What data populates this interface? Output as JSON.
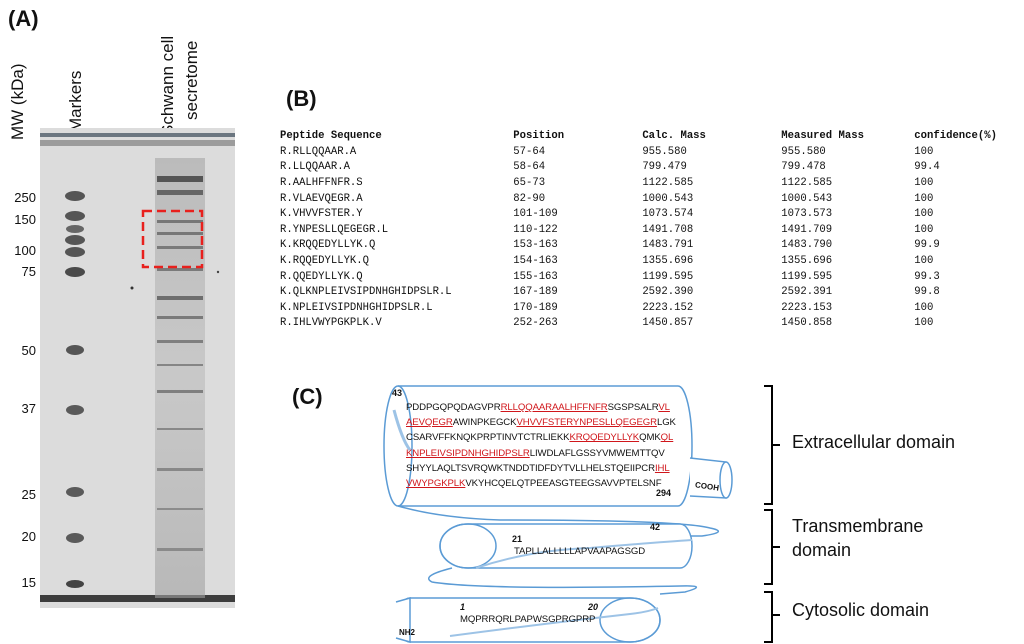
{
  "panelA": {
    "label": "(A)",
    "mw_axis_label": "MW (kDa)",
    "lane_markers": "Markers",
    "lane_secretome_line1": "Schwann cell",
    "lane_secretome_line2": "secretome",
    "mw_values": [
      "250",
      "150",
      "100",
      "75",
      "50",
      "37",
      "25",
      "20",
      "15"
    ]
  },
  "panelB": {
    "label": "(B)",
    "headers": [
      "Peptide Sequence",
      "Position",
      "Calc. Mass",
      "Measured Mass",
      "confidence(%)"
    ],
    "rows": [
      [
        "R.RLLQQAAR.A",
        "57-64",
        "955.580",
        "955.580",
        "100"
      ],
      [
        "R.LLQQAAR.A",
        "58-64",
        "799.479",
        "799.478",
        "99.4"
      ],
      [
        "R.AALHFFNFR.S",
        "65-73",
        "1122.585",
        "1122.585",
        "100"
      ],
      [
        "R.VLAEVQEGR.A",
        "82-90",
        "1000.543",
        "1000.543",
        "100"
      ],
      [
        "K.VHVVFSTER.Y",
        "101-109",
        "1073.574",
        "1073.573",
        "100"
      ],
      [
        "R.YNPESLLQEGEGR.L",
        "110-122",
        "1491.708",
        "1491.709",
        "100"
      ],
      [
        "K.KRQQEDYLLYK.Q",
        "153-163",
        "1483.791",
        "1483.790",
        "99.9"
      ],
      [
        "K.RQQEDYLLYK.Q",
        "154-163",
        "1355.696",
        "1355.696",
        "100"
      ],
      [
        "R.QQEDYLLYK.Q",
        "155-163",
        "1199.595",
        "1199.595",
        "99.3"
      ],
      [
        "K.QLKNPLEIVSIPDNHGHIDPSLR.L",
        "167-189",
        "2592.390",
        "2592.391",
        "99.8"
      ],
      [
        "K.NPLEIVSIPDNHGHIDPSLR.L",
        "170-189",
        "2223.152",
        "2223.153",
        "100"
      ],
      [
        "R.IHLVWYPGKPLK.V",
        "252-263",
        "1450.857",
        "1450.858",
        "100"
      ]
    ]
  },
  "panelC": {
    "label": "(C)",
    "extracellular": {
      "start_num": "43",
      "end_num": "294",
      "terminus": "COOH",
      "lines": [
        [
          {
            "t": "PDDPGQPQDAGVPR",
            "h": false
          },
          {
            "t": "RLLQQAARAALHFFNFR",
            "h": true
          },
          {
            "t": "SGSPSALR",
            "h": false
          },
          {
            "t": "VL",
            "h": true
          }
        ],
        [
          {
            "t": "AEVQEGR",
            "h": true
          },
          {
            "t": "AWINPKEGCK",
            "h": false
          },
          {
            "t": "VHVVFSTERYNPESLLQEGEGR",
            "h": true
          },
          {
            "t": "LGK",
            "h": false
          }
        ],
        [
          {
            "t": "CSARVFFKNQKPRPTINVTCTRLIEKK",
            "h": false
          },
          {
            "t": "KRQQEDYLLYK",
            "h": true
          },
          {
            "t": "QMK",
            "h": false
          },
          {
            "t": "QL",
            "h": true
          }
        ],
        [
          {
            "t": "KNPLEIVSIPDNHGHIDPSLR",
            "h": true
          },
          {
            "t": "LIWDLAFLGSSYVMWEMTTQV",
            "h": false
          }
        ],
        [
          {
            "t": "SHYYLAQLTSVRQWKTNDDTIDFDYTVLLHELSTQEIIPCR",
            "h": false
          },
          {
            "t": "IHL",
            "h": true
          }
        ],
        [
          {
            "t": "VWYPGKPLK",
            "h": true
          },
          {
            "t": "VKYHCQELQTPEEASGTEEGSAVVPTELSNF",
            "h": false
          }
        ]
      ]
    },
    "transmembrane": {
      "start_num": "21",
      "end_num": "42",
      "sequence": "TAPLLALLLLLAPVAAPAGSGD"
    },
    "cytosolic": {
      "start_num": "1",
      "end_num": "20",
      "terminus": "NH2",
      "sequence": "MQPRRQRLPAPWSGPRGPRP"
    },
    "domain_labels": {
      "extracellular": "Extracellular domain",
      "transmembrane_line1": "Transmembrane",
      "transmembrane_line2": "domain",
      "cytosolic": "Cytosolic domain"
    }
  }
}
